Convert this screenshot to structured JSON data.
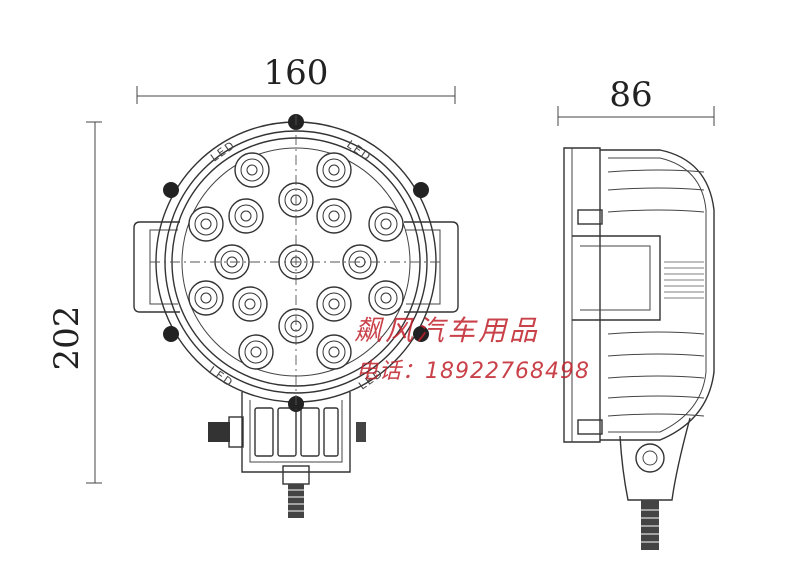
{
  "dimensions": {
    "width": "160",
    "depth": "86",
    "height": "202"
  },
  "front_view": {
    "rim_marks": [
      "LED",
      "LED",
      "LED",
      "LED"
    ],
    "led_count": 17
  },
  "watermark": {
    "line1": "飙风汽车用品",
    "line2": "电话：18922768498"
  },
  "colors": {
    "line": "#333333",
    "watermark": "#c0202a"
  }
}
